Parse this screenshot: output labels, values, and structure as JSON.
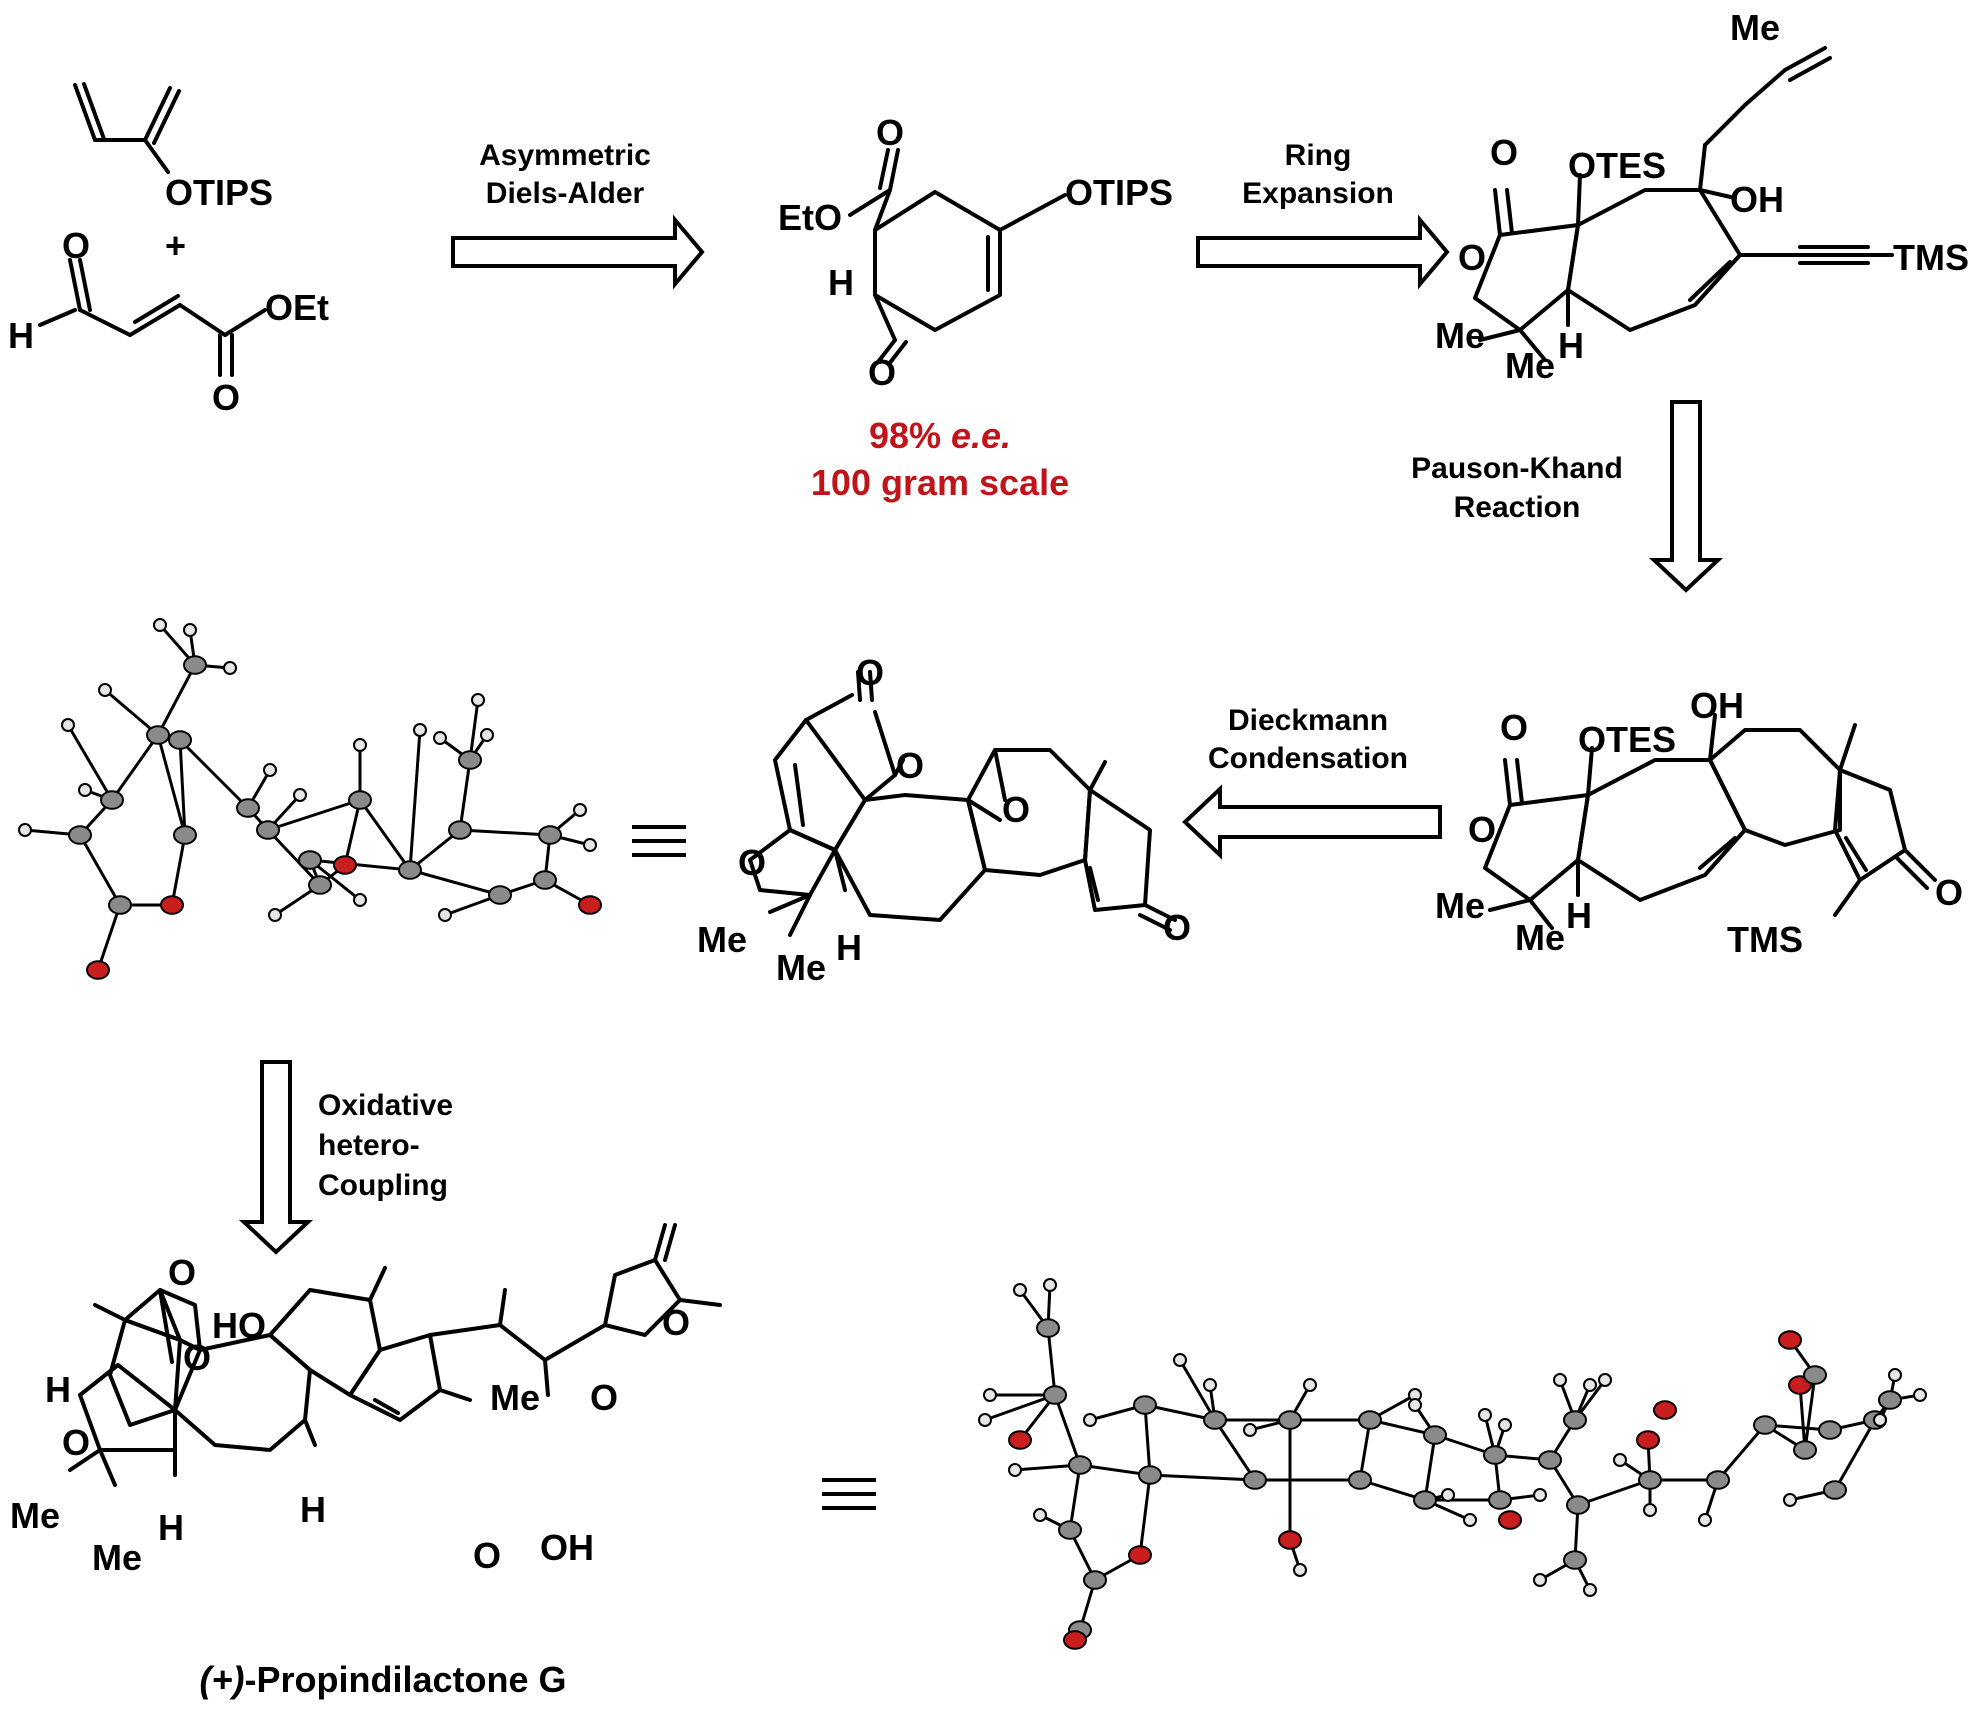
{
  "scheme": {
    "reactants": {
      "diene_label": "OTIPS",
      "plus": "+",
      "dienophile_aldehyde_o": "O",
      "dienophile_aldehyde_h": "H",
      "dienophile_ester_oet": "OEt",
      "dienophile_ester_o": "O"
    },
    "steps": [
      {
        "line1": "Asymmetric",
        "line2": "Diels-Alder"
      },
      {
        "line1": "Ring",
        "line2": "Expansion"
      },
      {
        "line1": "Pauson-Khand",
        "line2": "Reaction"
      },
      {
        "line1": "Dieckmann",
        "line2": "Condensation"
      },
      {
        "line1": "Oxidative",
        "line2": "hetero-",
        "line3": "Coupling"
      }
    ],
    "da_adduct": {
      "ester_o": "O",
      "eto": "EtO",
      "otips": "OTIPS",
      "aldehyde_h": "H",
      "aldehyde_o": "O",
      "note_ee_value": "98%",
      "note_ee_unit": "e.e.",
      "note_scale": "100 gram scale"
    },
    "enyne": {
      "me_top": "Me",
      "lactone_o_carbonyl": "O",
      "otes": "OTES",
      "oh": "OH",
      "ring_o": "O",
      "tms": "TMS",
      "me1": "Me",
      "me2": "Me",
      "h": "H"
    },
    "pk_product": {
      "oh": "OH",
      "lactone_o_carbonyl": "O",
      "otes": "OTES",
      "ring_o": "O",
      "ketone_o": "O",
      "me1": "Me",
      "me2": "Me",
      "h": "H",
      "tms": "TMS"
    },
    "dieckmann_product": {
      "lactone_o_carbonyl": "O",
      "lactone_o_ring": "O",
      "epoxide_o": "O",
      "furan_o": "O",
      "ketone_o": "O",
      "me1": "Me",
      "me2": "Me",
      "h": "H"
    },
    "target": {
      "lactone_o_carbonyl": "O",
      "lactone_o_ring": "O",
      "ho": "HO",
      "h_left": "H",
      "furan_o": "O",
      "me1": "Me",
      "me2": "Me",
      "h_bottom": "H",
      "h_ring": "H",
      "ketone_o": "O",
      "me_side": "Me",
      "butenolide_o_carbonyl": "O",
      "butenolide_o_ring": "O",
      "oh": "OH",
      "name_prefix": "(+)",
      "name_main": "-Propindilactone G"
    },
    "equivalence": "≡",
    "colors": {
      "highlight": "#c0141a",
      "oxygen_atom": "#c81e1e",
      "carbon_atom": "#8a8a8a",
      "hydrogen_atom": "#e6e6e6"
    }
  }
}
